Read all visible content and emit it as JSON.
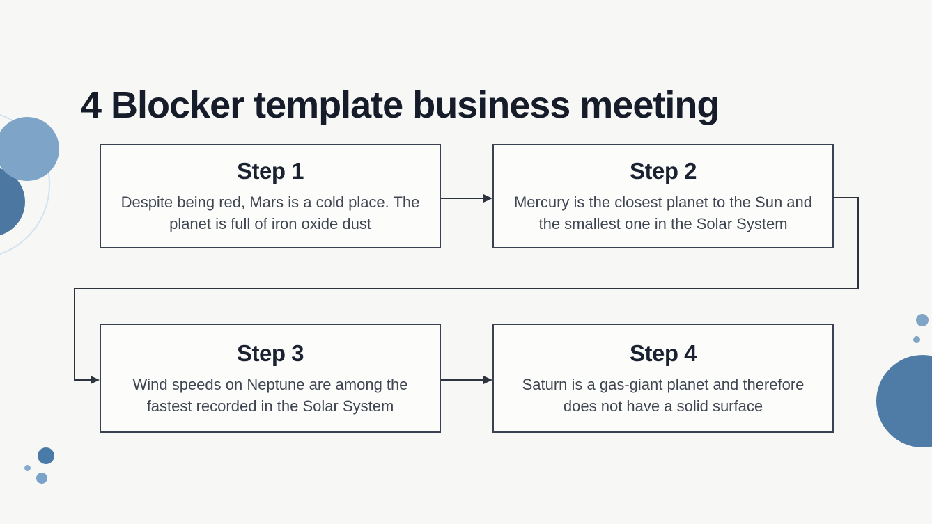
{
  "slide": {
    "title": "4 Blocker template business meeting"
  },
  "steps": [
    {
      "title": "Step 1",
      "body": "Despite being red, Mars is a cold place. The planet is full of iron oxide dust"
    },
    {
      "title": "Step 2",
      "body": "Mercury is the closest planet to the Sun and the smallest one in the Solar System"
    },
    {
      "title": "Step 3",
      "body": "Wind speeds on Neptune are among the fastest recorded in the Solar System"
    },
    {
      "title": "Step 4",
      "body": "Saturn is a gas-giant planet and therefore does not have a solid surface"
    }
  ],
  "flow": {
    "order": [
      "Step 1",
      "Step 2",
      "Step 3",
      "Step 4"
    ],
    "connector_style": "right-angle arrows"
  },
  "colors": {
    "background": "#f7f7f5",
    "box_fill": "#fcfcfb",
    "box_border": "#3a4150",
    "title_text": "#161c29",
    "step_title_text": "#1a2130",
    "body_text": "#3f4551",
    "connector": "#2d3440",
    "decor_blue_medium": "#7ea4c8",
    "decor_blue_dark": "#4b77a0",
    "decor_blue_big_right": "#4e7ca6",
    "decor_ring": "#d3e2ef"
  }
}
